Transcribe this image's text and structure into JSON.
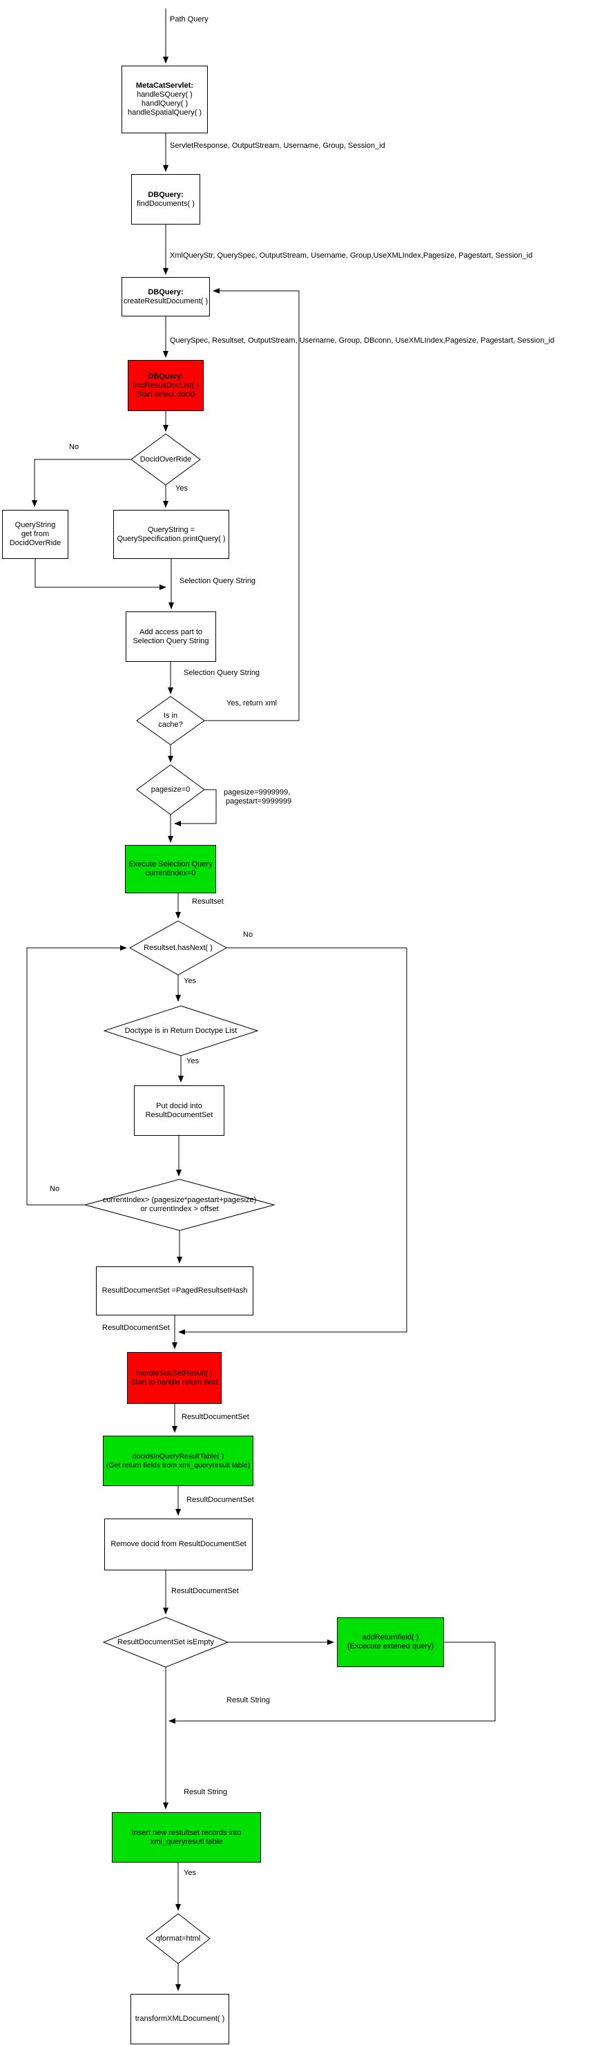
{
  "diagram": {
    "colors": {
      "process_red": "#ff0000",
      "process_green": "#00e000",
      "line": "#000000",
      "background": "#ffffff"
    },
    "nodes": {
      "metacat_servlet": {
        "title": "MetaCatServlet:",
        "lines": [
          "handleSQuery( )",
          "handlQuery( )",
          "handleSpatialQuery( )"
        ]
      },
      "db_find_documents": {
        "title": "DBQuery:",
        "lines": [
          "findDocuments( )"
        ]
      },
      "db_create_result": {
        "title": "DBQuery:",
        "lines": [
          "createResultDocument( )"
        ]
      },
      "db_find_result_doc_list": {
        "title": "DBQuery:",
        "lines": [
          "findResultDocList( )",
          "Start select docid"
        ]
      },
      "docid_override": {
        "text": "DocidOverRide"
      },
      "querystring_get": {
        "lines": [
          "QueryString",
          "get from",
          "DocidOverRide"
        ]
      },
      "querystring_print": {
        "lines": [
          "QueryString =",
          "QuerySpecification.printQuery( )"
        ]
      },
      "add_access": {
        "lines": [
          "Add access part to",
          "Selection Query String"
        ]
      },
      "is_in_cache": {
        "lines": [
          "Is in",
          "cache?"
        ]
      },
      "pagesize_zero": {
        "text": "pagesize=0"
      },
      "execute_selection": {
        "lines": [
          "Execute Selection Query",
          "currentindex=0"
        ]
      },
      "resultset_has_next": {
        "text": "Resultset.hasNext( )"
      },
      "doctype_in_list": {
        "text": "Doctype is in Return Doctype List"
      },
      "put_docid": {
        "lines": [
          "Put docid into",
          "ResultDocumentSet"
        ]
      },
      "current_index": {
        "lines": [
          "currentIndex> (pagesize*pagestart+pagesize)",
          "or currentIndex > offset"
        ]
      },
      "paged_resultset_hash": {
        "text": "ResultDocumentSet =PagedResultsetHash"
      },
      "handle_subset_result": {
        "lines": [
          "handleSubSetResult( )",
          "Start to handle return field"
        ]
      },
      "docids_in_query_result_table": {
        "lines": [
          "docidsInQueryResultTable( )",
          "(Get return fields from xml_queryresult table)"
        ]
      },
      "remove_docid": {
        "text": "Remove docid from ResultDocumentSet"
      },
      "result_set_is_empty": {
        "text": "ResultDocumentSet isEmpty"
      },
      "add_returnfield": {
        "lines": [
          "addReturnfield( )",
          "(Excecute extened query)"
        ]
      },
      "insert_new_records": {
        "lines": [
          "Insert new restultset records into",
          "xml_queryresutl table"
        ]
      },
      "qformat_html": {
        "text": "qformat=html"
      },
      "transform_xml_document": {
        "text": "transformXMLDocument( )"
      }
    },
    "edge_labels": {
      "path_query": "Path Query",
      "servlet_params": "ServletResponse, OutputStream,  Username, Group, Session_id",
      "xmlquery_params": "XmlQueryStr, QuerySpec, OutputStream, Username, Group,UseXMLIndex,Pagesize, Pagestart, Session_id",
      "queryspec_params": "QuerySpec, Resultset, OutputStream, Username, Group, DBconn, UseXMLIndex,Pagesize, Pagestart, Session_id",
      "no_docid_override": "No",
      "yes_docid_override": "Yes",
      "selection_query_string_1": "Selection Query String",
      "selection_query_string_2": "Selection Query String",
      "yes_return_xml": "Yes, return xml",
      "pagesize_set_line1": "pagesize=9999999,",
      "pagesize_set_line2": "pagestart=9999999",
      "resultset": "Resultset",
      "no_has_next": "No",
      "yes_has_next": "Yes",
      "yes_doctype": "Yes",
      "no_current_index": "No",
      "result_document_set_1": "ResultDocumentSet",
      "result_document_set_2": "ResultDocumentSet",
      "result_document_set_3": "ResultDocumentSet",
      "result_document_set_4": "ResultDocumentSet",
      "result_string_1": "Result String",
      "result_string_2": "Result String",
      "yes_insert": "Yes"
    }
  }
}
